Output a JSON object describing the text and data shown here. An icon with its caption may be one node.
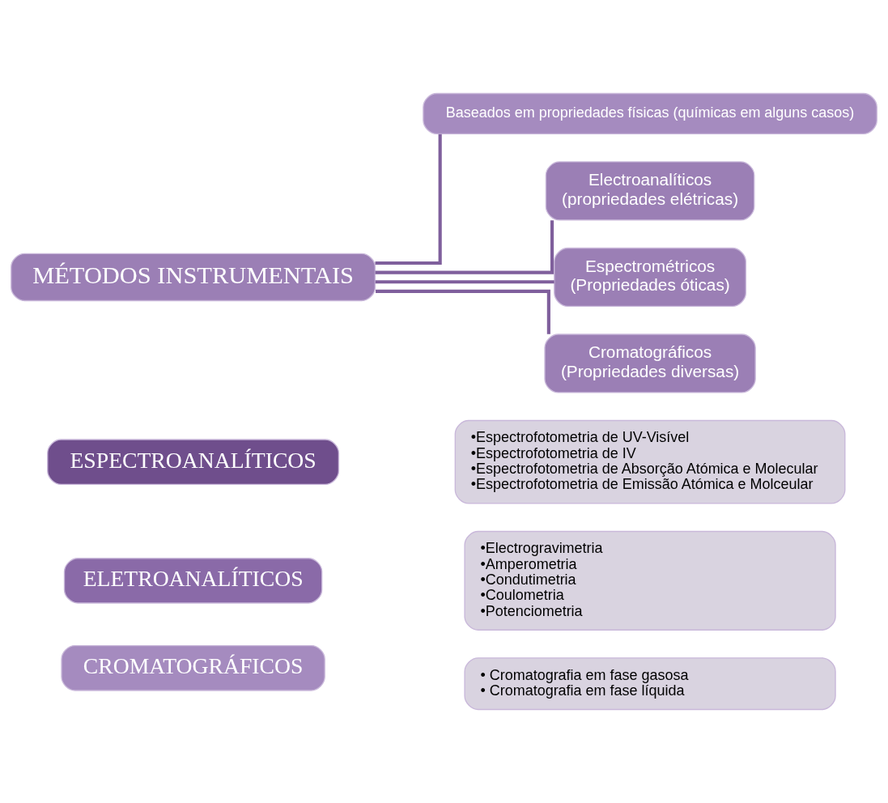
{
  "diagram": {
    "nodes": [
      {
        "text": [
          "MÉTODOS INSTRUMENTAIS"
        ]
      },
      {
        "text": [
          "Baseados em propriedades físicas (químicas em alguns casos)"
        ]
      },
      {
        "text": [
          "Electroanalíticos",
          "(propriedades elétricas)"
        ]
      },
      {
        "text": [
          "Espectrométricos",
          "(Propriedades óticas)"
        ]
      },
      {
        "text": [
          "Cromatográficos",
          "(Propriedades diversas)"
        ]
      },
      {
        "text": [
          "ESPECTROANALÍTICOS"
        ]
      },
      {
        "text": [
          "•Espectrofotometria de UV-Visível",
          "•Espectrofotometria de IV",
          "•Espectrofotometria de Absorção Atómica e Molecular",
          "•Espectrofotometria de Emissão Atómica e Molceular"
        ]
      },
      {
        "text": [
          "ELETROANALÍTICOS"
        ]
      },
      {
        "text": [
          "•Electrogravimetria",
          "•Amperometria",
          "•Condutimetria",
          "•Coulometria",
          "•Potenciometria"
        ]
      },
      {
        "text": [
          "CROMATOGRÁFICOS"
        ]
      },
      {
        "text": [
          "• Cromatografia em fase gasosa",
          "• Cromatografia em fase líquida"
        ]
      }
    ],
    "edges": [
      {
        "from": 0,
        "to": 1,
        "arrow": "none"
      },
      {
        "from": 0,
        "to": 2,
        "arrow": "none"
      },
      {
        "from": 0,
        "to": 3,
        "arrow": "none"
      },
      {
        "from": 0,
        "to": 4,
        "arrow": "none"
      }
    ]
  }
}
